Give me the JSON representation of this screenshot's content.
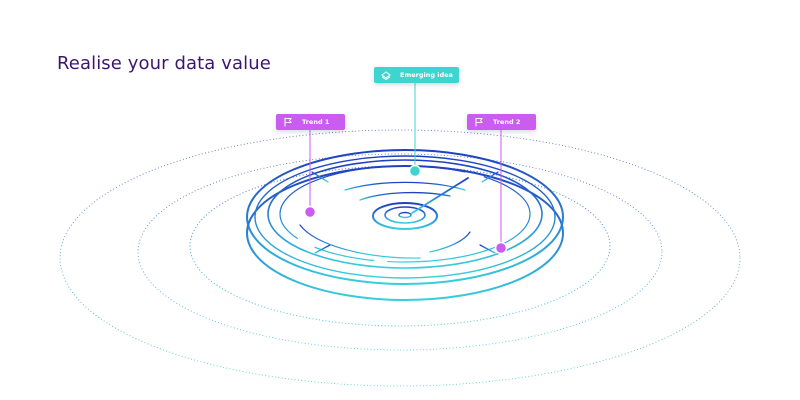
{
  "heading": "Realise your data value",
  "tags": {
    "emerging": {
      "label": "Emerging idea",
      "icon": "layers-icon",
      "color": "#3ed5d0"
    },
    "trend1": {
      "label": "Trend 1",
      "icon": "flag-icon",
      "color": "#cb5cf0"
    },
    "trend2": {
      "label": "Trend 2",
      "icon": "flag-icon",
      "color": "#cb5cf0"
    }
  },
  "colors": {
    "title": "#3c1570",
    "dial_blue": "#1f3fc0",
    "dial_cyan": "#36c9d9",
    "marker_cyan": "#3ed5d0",
    "marker_purple": "#cb5cf0"
  }
}
